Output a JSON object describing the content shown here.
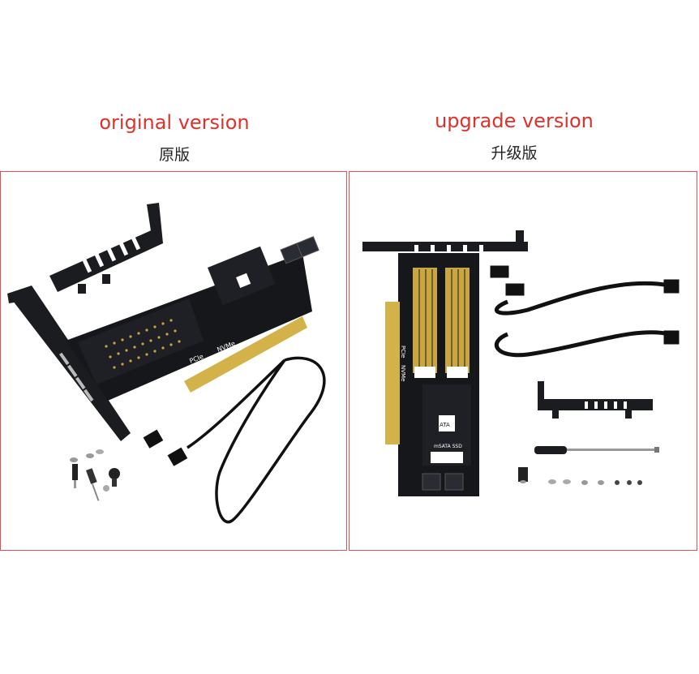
{
  "left": {
    "label_en": "original version",
    "label_zh": "原版",
    "board_brand": "PCIe",
    "board_label": "NVMe"
  },
  "right": {
    "label_en": "upgrade version",
    "label_zh": "升级版",
    "board_brand": "PCIe",
    "board_label": "NVMe",
    "sata_label": "mSATA SSD",
    "chip_label": "ATA"
  },
  "colors": {
    "heading": "#e0302a",
    "frame": "#e05050",
    "pcb": "#15171b",
    "gold": "#d4b24a"
  }
}
